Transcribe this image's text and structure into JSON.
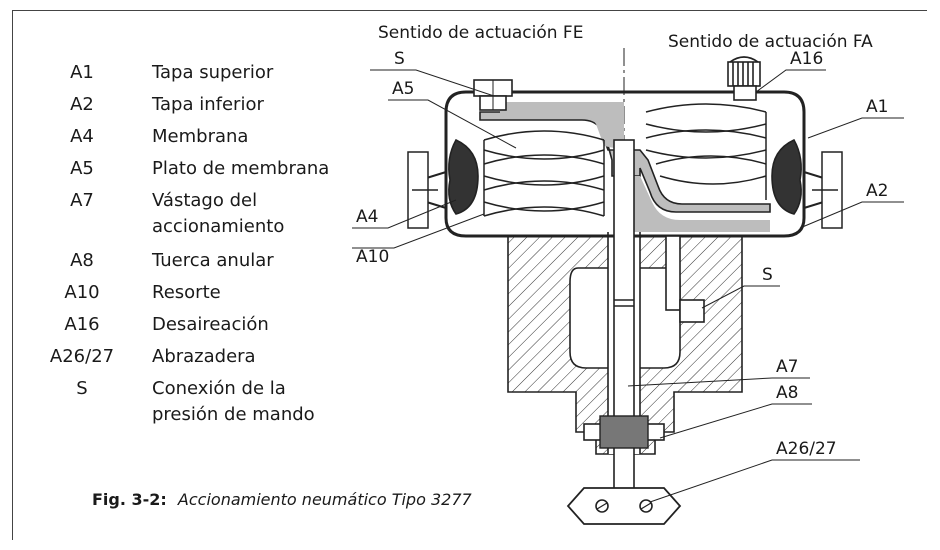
{
  "caption": {
    "number": "Fig. 3-2:",
    "title": "Accionamiento neumático Tipo 3277"
  },
  "legend": [
    {
      "code": "A1",
      "lines": [
        "Tapa superior"
      ]
    },
    {
      "code": "A2",
      "lines": [
        "Tapa inferior"
      ]
    },
    {
      "code": "A4",
      "lines": [
        "Membrana"
      ]
    },
    {
      "code": "A5",
      "lines": [
        "Plato de membrana"
      ]
    },
    {
      "code": "A7",
      "lines": [
        "Vástago del",
        "accionamiento"
      ]
    },
    {
      "code": "A8",
      "lines": [
        "Tuerca anular"
      ]
    },
    {
      "code": "A10",
      "lines": [
        "Resorte"
      ]
    },
    {
      "code": "A16",
      "lines": [
        "Desaireación"
      ]
    },
    {
      "code": "A26/27",
      "lines": [
        "Abrazadera"
      ]
    },
    {
      "code": "S",
      "lines": [
        "Conexión de la",
        "presión de mando"
      ]
    }
  ],
  "headings": {
    "fe": "Sentido de actuación FE",
    "fa": "Sentido de actuación FA"
  },
  "callouts": {
    "s_top": "S",
    "a5": "A5",
    "a4": "A4",
    "a10": "A10",
    "a16": "A16",
    "a1": "A1",
    "a2": "A2",
    "s_side": "S",
    "a7": "A7",
    "a8": "A8",
    "a26": "A26/27"
  }
}
